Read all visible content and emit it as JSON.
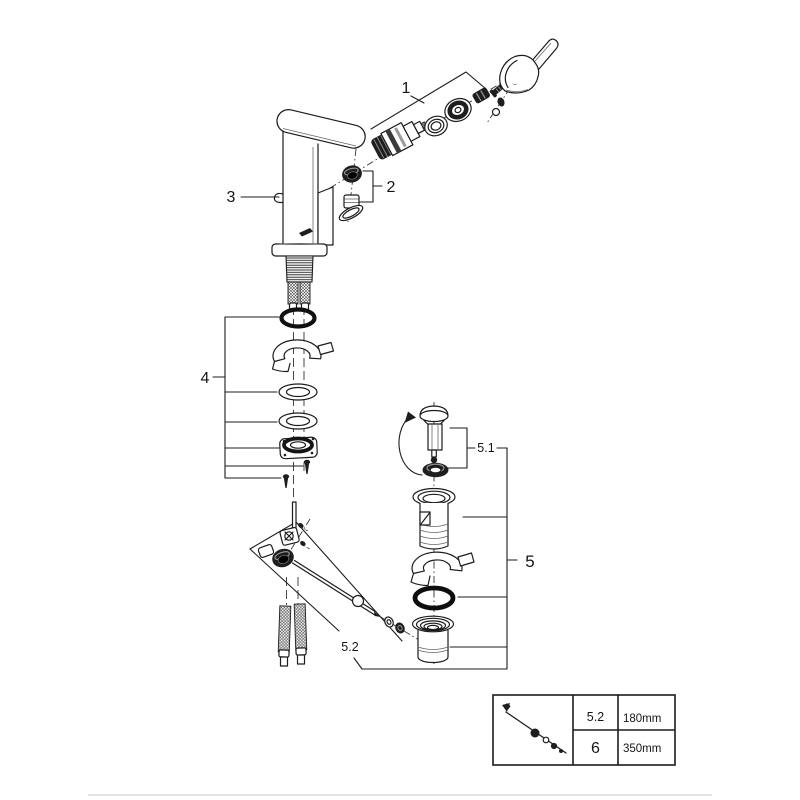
{
  "page": {
    "background_color": "#ffffff",
    "line_color": "#1c1c1c",
    "dark_fill_color": "#1e1e1e",
    "divider_color": "#e3e3e3",
    "description": "Exploded spare-parts diagram of a single-lever basin mixer faucet with pop-up waste drain"
  },
  "diagram": {
    "callouts": {
      "handle_assembly": "1",
      "aerator_assembly": "2",
      "faucet_body": "3",
      "mounting_kit": "4",
      "drain_assembly": "5",
      "plug_assembly": "5.1",
      "pull_rod_assembly": "5.2"
    }
  },
  "table": {
    "rows": [
      {
        "ref": "5.2",
        "size": "180mm"
      },
      {
        "ref": "6",
        "size": "350mm"
      }
    ]
  }
}
